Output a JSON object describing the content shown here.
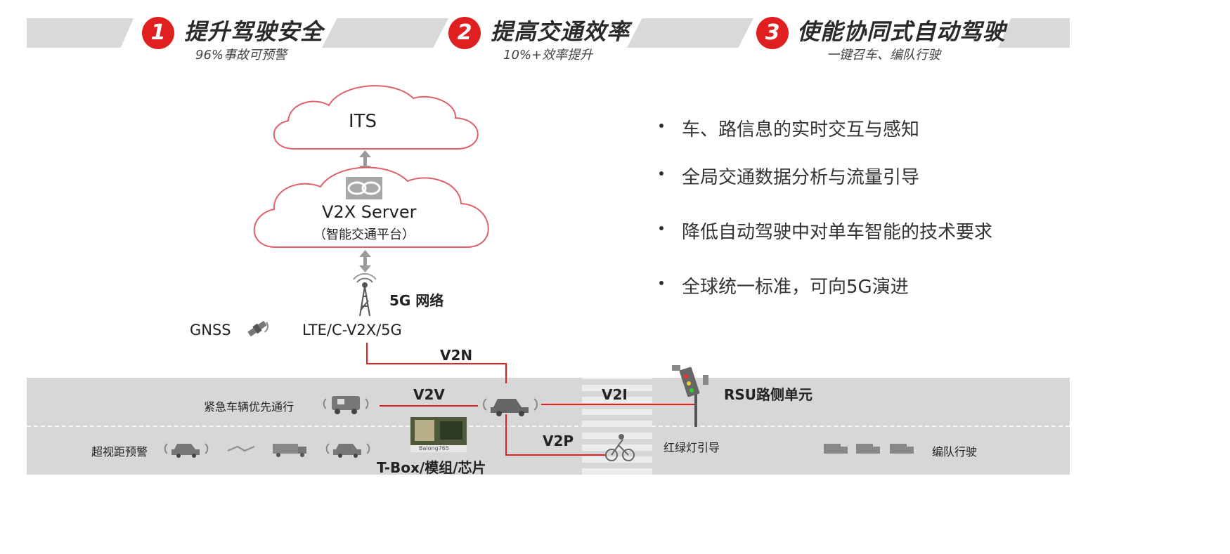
{
  "header": {
    "goals": [
      {
        "number": "1",
        "title": "提升驾驶安全",
        "subtitle": "96%事故可预警"
      },
      {
        "number": "2",
        "title": "提高交通效率",
        "subtitle": "10%+效率提升"
      },
      {
        "number": "3",
        "title": "使能协同式自动驾驶",
        "subtitle": "一键召车、编队行驶"
      }
    ]
  },
  "architecture": {
    "its_label": "ITS",
    "server_label": "V2X Server",
    "server_sub": "（智能交通平台）",
    "network_label": "5G 网络",
    "gnss_label": "GNSS",
    "radio_label": "LTE/C-V2X/5G"
  },
  "links": {
    "v2n": "V2N",
    "v2v": "V2V",
    "v2i": "V2I",
    "v2p": "V2P"
  },
  "road": {
    "emergency": "紧急车辆优先通行",
    "beyond_sight": "超视距预警",
    "tbox": "T-Box/模组/芯片",
    "chip_label": "Balong765",
    "rsu": "RSU路侧单元",
    "traffic_light": "红绿灯引导",
    "platoon": "编队行驶"
  },
  "benefits": [
    "车、路信息的实时交互与感知",
    "全局交通数据分析与流量引导",
    "降低自动驾驶中对单车智能的技术要求",
    "全球统一标准，可向5G演进"
  ],
  "colors": {
    "accent": "#e02020",
    "cloud_stroke": "#e0606a",
    "band": "#d9d9d9",
    "road": "#d7d7d7"
  }
}
